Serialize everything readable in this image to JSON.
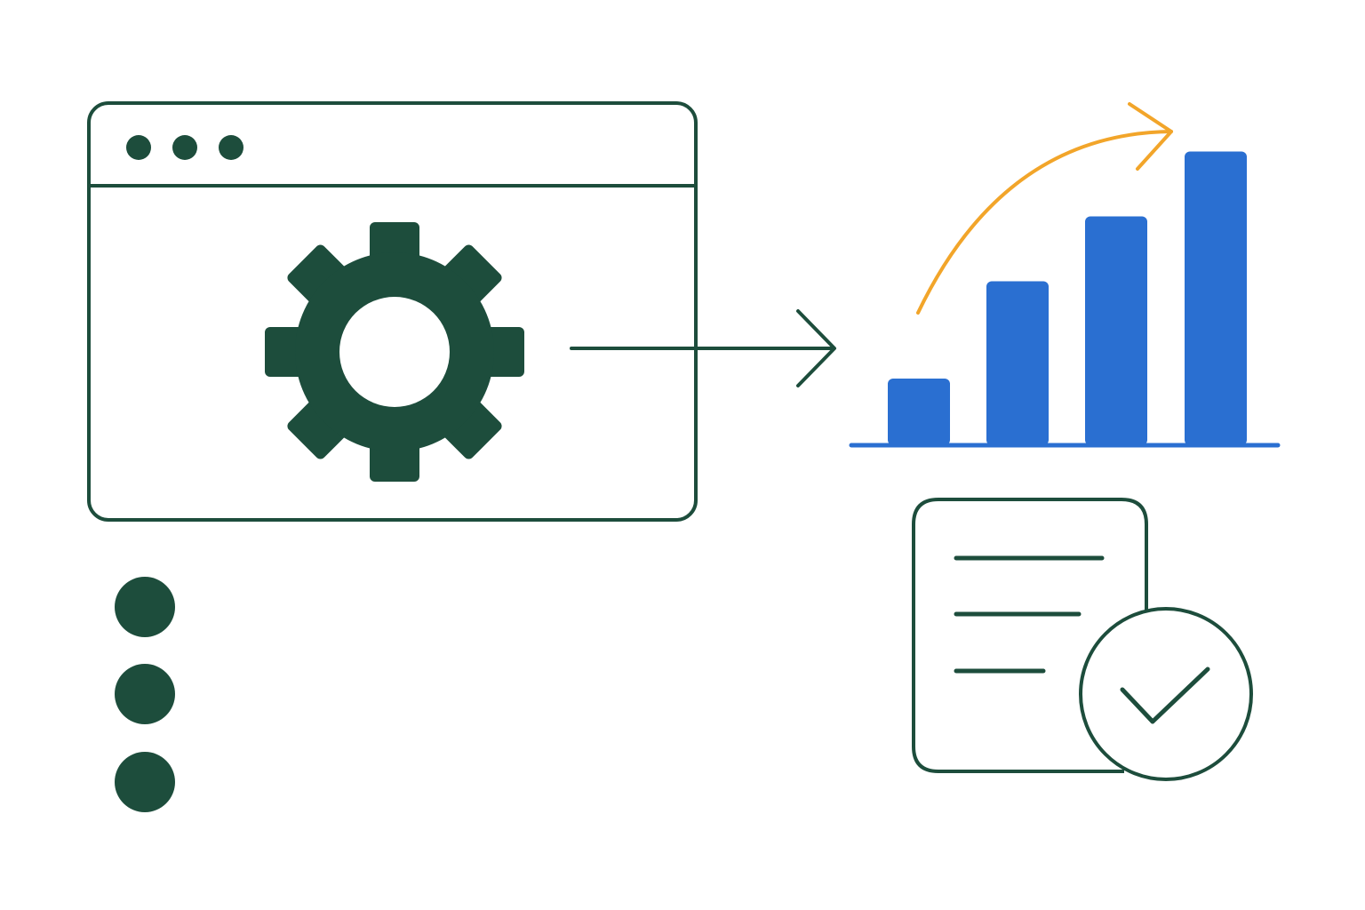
{
  "colors": {
    "primary": "#1d4d3c",
    "chart_bar": "#2a6fd1",
    "trend_arrow": "#f2a52a",
    "background": "#ffffff"
  },
  "icons": {
    "window": "browser-window-icon",
    "gear": "gear-icon",
    "flow_arrow": "right-arrow-icon",
    "chart": "bar-chart-icon",
    "trend": "trend-up-arrow-icon",
    "document": "document-icon",
    "check": "check-circle-icon",
    "more": "vertical-ellipsis-icon"
  },
  "chart_data": {
    "type": "bar",
    "categories": [
      "",
      "",
      "",
      ""
    ],
    "values": [
      1,
      2.5,
      3.5,
      4.5
    ],
    "ylim": [
      0,
      5
    ],
    "grid": false
  }
}
